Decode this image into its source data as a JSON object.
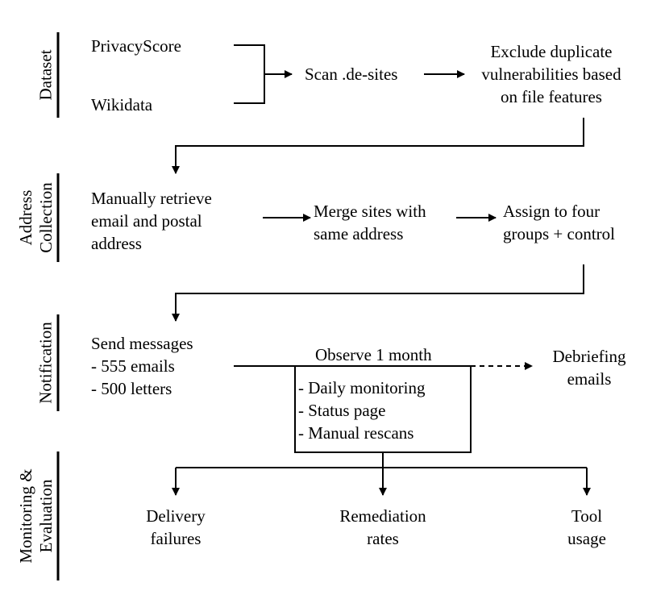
{
  "phases": {
    "dataset": [
      "Dataset"
    ],
    "address_collection": [
      "Address",
      "Collection"
    ],
    "notification": [
      "Notification"
    ],
    "monitoring": [
      "Monitoring &",
      "Evaluation"
    ]
  },
  "dataset": {
    "source1": "PrivacyScore",
    "source2": "Wikidata",
    "scan": "Scan .de-sites",
    "exclude": [
      "Exclude duplicate",
      "vulnerabilities based",
      "on file features"
    ]
  },
  "address": {
    "retrieve": [
      "Manually retrieve",
      "email and postal",
      "address"
    ],
    "merge": [
      "Merge sites with",
      "same address"
    ],
    "assign": [
      "Assign to four",
      "groups + control"
    ]
  },
  "notification": {
    "send": [
      "Send messages",
      "- 555 emails",
      "- 500 letters"
    ],
    "observe": "Observe 1 month",
    "observe_items": [
      "- Daily monitoring",
      "- Status page",
      "- Manual rescans"
    ],
    "debrief": [
      "Debriefing",
      "emails"
    ]
  },
  "evaluation": {
    "delivery": [
      "Delivery",
      "failures"
    ],
    "remediation": [
      "Remediation",
      "rates"
    ],
    "tool": [
      "Tool",
      "usage"
    ]
  }
}
